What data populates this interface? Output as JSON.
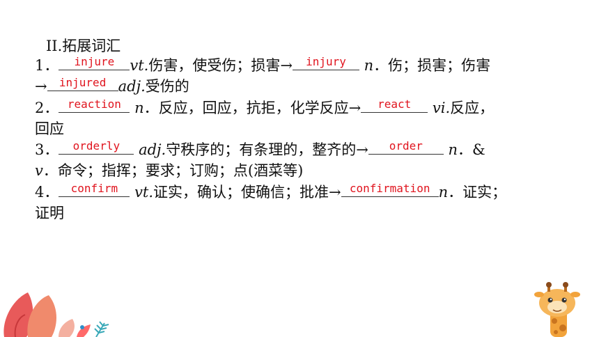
{
  "heading": "II.拓展词汇",
  "items": [
    {
      "num": "1．",
      "a1": "injure",
      "t1": "vt.",
      "t1b": "伤害，使受伤；损害→",
      "a2": "injury",
      "t2": "n",
      "t2b": "．伤；损害；伤害",
      "cont_arrow": "→",
      "a3": "injured",
      "t3": "adj.",
      "t3b": "受伤的"
    },
    {
      "num": "2．",
      "a1": "reaction",
      "t1": "n",
      "t1b": "．反应，回应，抗拒，化学反应→",
      "a2": "react",
      "t2": "vi.",
      "t2b": "反应，",
      "cont": "回应"
    },
    {
      "num": "3．",
      "a1": "orderly",
      "t1": "adj.",
      "t1b": "守秩序的；有条理的，整齐的→",
      "a2": "order",
      "t2": "n",
      "t2b": "．&",
      "cont_it": "v",
      "cont": "．命令；指挥；要求；订购；点(酒菜等)"
    },
    {
      "num": "4．",
      "a1": "confirm",
      "t1": "vt.",
      "t1b": "证实，确认；使确信；批准→",
      "a2": "confirmation",
      "t2": "n",
      "t2b": "．证实；",
      "cont": "证明"
    }
  ]
}
